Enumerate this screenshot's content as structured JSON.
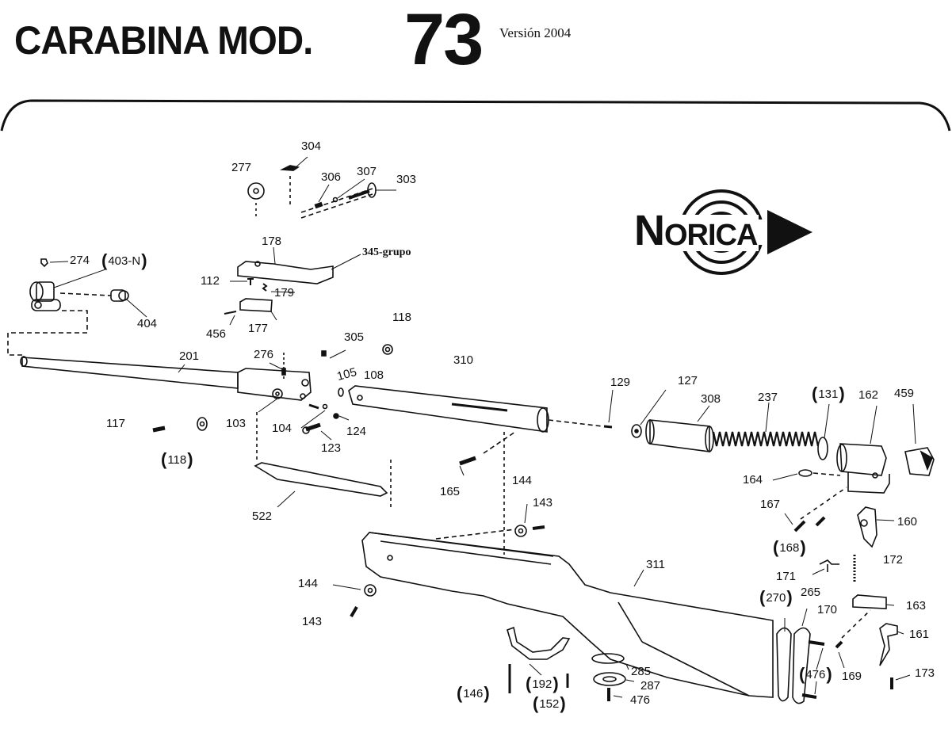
{
  "header": {
    "title": "CARABINA MOD.",
    "model_number": "73",
    "version": "Versión 2004"
  },
  "logo": {
    "brand": "NORICA",
    "first_letter": "N",
    "rest": "ORICA"
  },
  "part_labels": [
    {
      "id": "lbl-304",
      "text": "304"
    },
    {
      "id": "lbl-277",
      "text": "277"
    },
    {
      "id": "lbl-306",
      "text": "306"
    },
    {
      "id": "lbl-307",
      "text": "307"
    },
    {
      "id": "lbl-303",
      "text": "303"
    },
    {
      "id": "lbl-178",
      "text": "178"
    },
    {
      "id": "lbl-345",
      "text": "345-grupo"
    },
    {
      "id": "lbl-274",
      "text": "274"
    },
    {
      "id": "lbl-403n",
      "text": "403-N"
    },
    {
      "id": "lbl-112",
      "text": "112"
    },
    {
      "id": "lbl-179",
      "text": "179"
    },
    {
      "id": "lbl-404",
      "text": "404"
    },
    {
      "id": "lbl-177",
      "text": "177"
    },
    {
      "id": "lbl-456",
      "text": "456"
    },
    {
      "id": "lbl-118a",
      "text": "118"
    },
    {
      "id": "lbl-305",
      "text": "305"
    },
    {
      "id": "lbl-201",
      "text": "201"
    },
    {
      "id": "lbl-276",
      "text": "276"
    },
    {
      "id": "lbl-310",
      "text": "310"
    },
    {
      "id": "lbl-105",
      "text": "105"
    },
    {
      "id": "lbl-108",
      "text": "108"
    },
    {
      "id": "lbl-129",
      "text": "129"
    },
    {
      "id": "lbl-127",
      "text": "127"
    },
    {
      "id": "lbl-308",
      "text": "308"
    },
    {
      "id": "lbl-237",
      "text": "237"
    },
    {
      "id": "lbl-131",
      "text": "131"
    },
    {
      "id": "lbl-162",
      "text": "162"
    },
    {
      "id": "lbl-459",
      "text": "459"
    },
    {
      "id": "lbl-117",
      "text": "117"
    },
    {
      "id": "lbl-103",
      "text": "103"
    },
    {
      "id": "lbl-104",
      "text": "104"
    },
    {
      "id": "lbl-124",
      "text": "124"
    },
    {
      "id": "lbl-123",
      "text": "123"
    },
    {
      "id": "lbl-118b",
      "text": "118"
    },
    {
      "id": "lbl-165",
      "text": "165"
    },
    {
      "id": "lbl-144a",
      "text": "144"
    },
    {
      "id": "lbl-164",
      "text": "164"
    },
    {
      "id": "lbl-143a",
      "text": "143"
    },
    {
      "id": "lbl-522",
      "text": "522"
    },
    {
      "id": "lbl-167",
      "text": "167"
    },
    {
      "id": "lbl-160",
      "text": "160"
    },
    {
      "id": "lbl-168",
      "text": "168"
    },
    {
      "id": "lbl-172",
      "text": "172"
    },
    {
      "id": "lbl-311",
      "text": "311"
    },
    {
      "id": "lbl-171",
      "text": "171"
    },
    {
      "id": "lbl-144b",
      "text": "144"
    },
    {
      "id": "lbl-270",
      "text": "270"
    },
    {
      "id": "lbl-265",
      "text": "265"
    },
    {
      "id": "lbl-170",
      "text": "170"
    },
    {
      "id": "lbl-163",
      "text": "163"
    },
    {
      "id": "lbl-143b",
      "text": "143"
    },
    {
      "id": "lbl-161",
      "text": "161"
    },
    {
      "id": "lbl-285",
      "text": "285"
    },
    {
      "id": "lbl-287",
      "text": "287"
    },
    {
      "id": "lbl-476a",
      "text": "476"
    },
    {
      "id": "lbl-476b",
      "text": "476"
    },
    {
      "id": "lbl-169",
      "text": "169"
    },
    {
      "id": "lbl-173",
      "text": "173"
    },
    {
      "id": "lbl-146",
      "text": "146"
    },
    {
      "id": "lbl-192",
      "text": "192"
    },
    {
      "id": "lbl-152",
      "text": "152"
    }
  ]
}
